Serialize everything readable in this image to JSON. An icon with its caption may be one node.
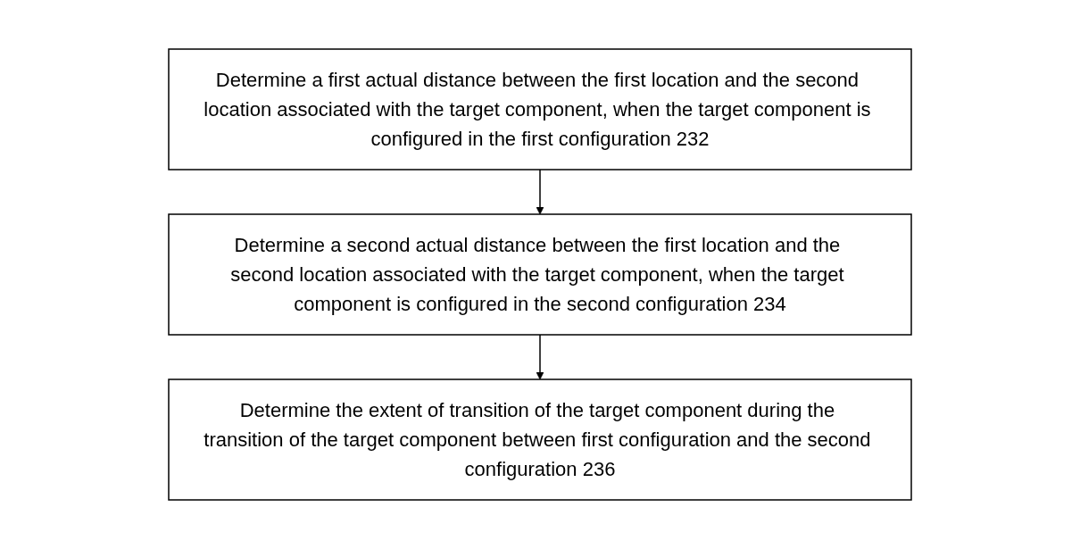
{
  "diagram": {
    "nodes": [
      {
        "text": [
          "Determine a first actual distance between the first location and the second location associated with the target component, when the target component is configured in the first configuration 232"
        ]
      },
      {
        "text": [
          "Determine a second actual distance between the first location and the second location associated with the target component, when the target component is configured in the second configuration 234"
        ]
      },
      {
        "text": [
          "Determine the extent of transition of the target component during the transition of the target component between first configuration and the second configuration 236"
        ]
      }
    ],
    "edges": [
      {
        "from": 0,
        "to": 1,
        "arrow": "to"
      },
      {
        "from": 1,
        "to": 2,
        "arrow": "to"
      }
    ]
  }
}
